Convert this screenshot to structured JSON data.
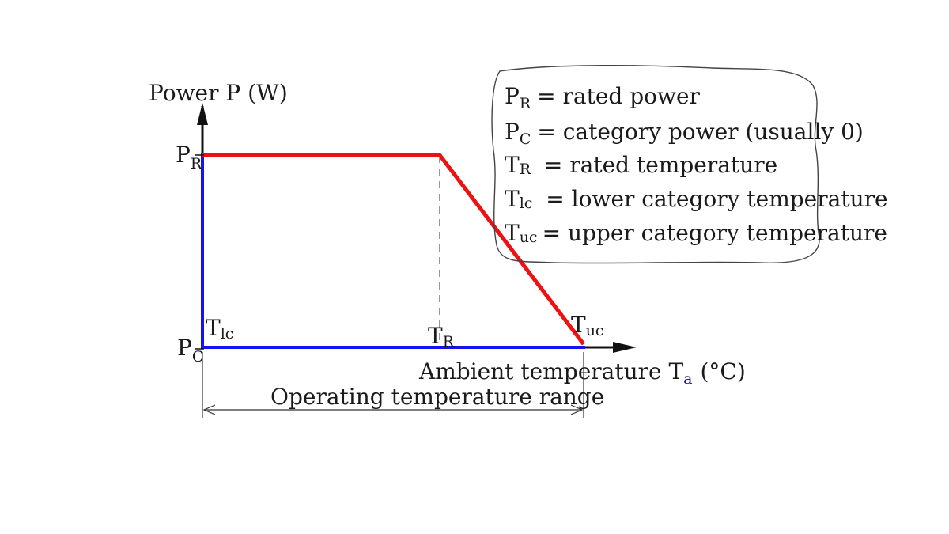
{
  "colors": {
    "axis": "#1414f0",
    "derating_curve": "#ee1111",
    "text": "#1a1a1a",
    "guide": "#555555",
    "subscript_accent": "#1a1a8c"
  },
  "axes": {
    "y_label": "Power P (W)",
    "x_label_main": "Ambient temperature T",
    "x_label_sub": "a",
    "x_label_unit": "(°C)"
  },
  "markers": {
    "pr": {
      "main": "P",
      "sub": "R"
    },
    "pc": {
      "main": "P",
      "sub": "C"
    },
    "tlc": {
      "main": "T",
      "sub": "lc"
    },
    "tr": {
      "main": "T",
      "sub": "R"
    },
    "tuc": {
      "main": "T",
      "sub": "uc"
    }
  },
  "range_label": "Operating temperature range",
  "legend": [
    {
      "sym_main": "P",
      "sym_sub": "R",
      "desc": "= rated power"
    },
    {
      "sym_main": "P",
      "sym_sub": "C",
      "desc": "= category power (usually 0)"
    },
    {
      "sym_main": "T",
      "sym_sub": "R",
      "desc": " = rated temperature"
    },
    {
      "sym_main": "T",
      "sym_sub": "lc",
      "desc": " = lower category temperature"
    },
    {
      "sym_main": "T",
      "sym_sub": "uc",
      "desc": "= upper category temperature"
    }
  ]
}
